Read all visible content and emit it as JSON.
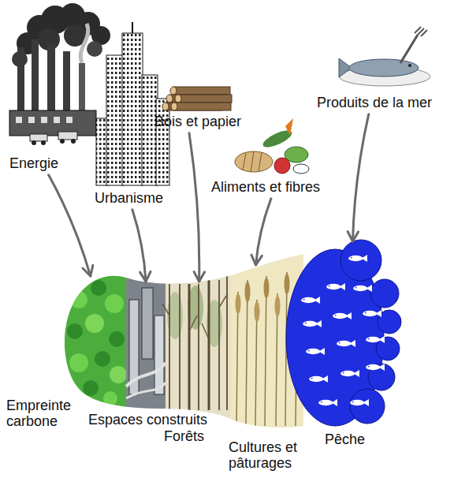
{
  "diagram": {
    "nodes": [
      {
        "text": [
          "Energie"
        ]
      },
      {
        "text": [
          "Urbanisme"
        ]
      },
      {
        "text": [
          "Bois et papier"
        ]
      },
      {
        "text": [
          "Aliments et fibres"
        ]
      },
      {
        "text": [
          "Produits de la mer"
        ]
      },
      {
        "text": [
          "Empreinte carbone"
        ]
      },
      {
        "text": [
          "Espaces construits"
        ]
      },
      {
        "text": [
          "Forêts"
        ]
      },
      {
        "text": [
          "Cultures et pâturages"
        ]
      },
      {
        "text": [
          "Pêche"
        ]
      }
    ],
    "edges": [
      {
        "from": 0,
        "to": 5,
        "arrow": "to"
      },
      {
        "from": 1,
        "to": 6,
        "arrow": "to"
      },
      {
        "from": 2,
        "to": 7,
        "arrow": "to"
      },
      {
        "from": 3,
        "to": 8,
        "arrow": "to"
      },
      {
        "from": 4,
        "to": 9,
        "arrow": "to"
      }
    ]
  }
}
